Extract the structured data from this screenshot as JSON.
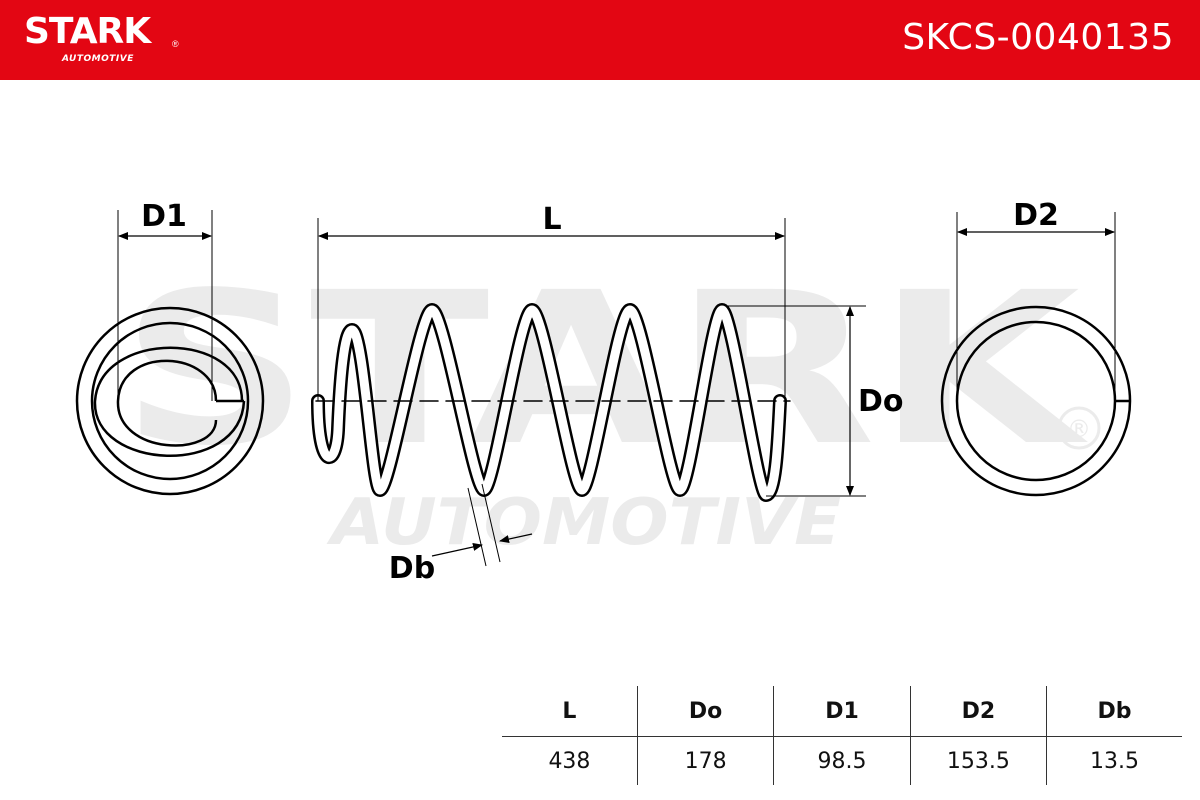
{
  "header": {
    "brand": "STARK",
    "brand_mark": "®",
    "brand_sub": "AUTOMOTIVE",
    "part_number": "SKCS-0040135"
  },
  "colors": {
    "brand_red": "#e30613",
    "watermark": "#ebebeb",
    "line": "#000000"
  },
  "watermark": {
    "line1": "STARK",
    "line2": "AUTOMOTIVE",
    "mark": "®"
  },
  "diagram": {
    "labels": {
      "d1": "D1",
      "l": "L",
      "d2": "D2",
      "do": "Do",
      "db": "Db"
    }
  },
  "table": {
    "headers": [
      "L",
      "Do",
      "D1",
      "D2",
      "Db"
    ],
    "values": [
      "438",
      "178",
      "98.5",
      "153.5",
      "13.5"
    ]
  }
}
